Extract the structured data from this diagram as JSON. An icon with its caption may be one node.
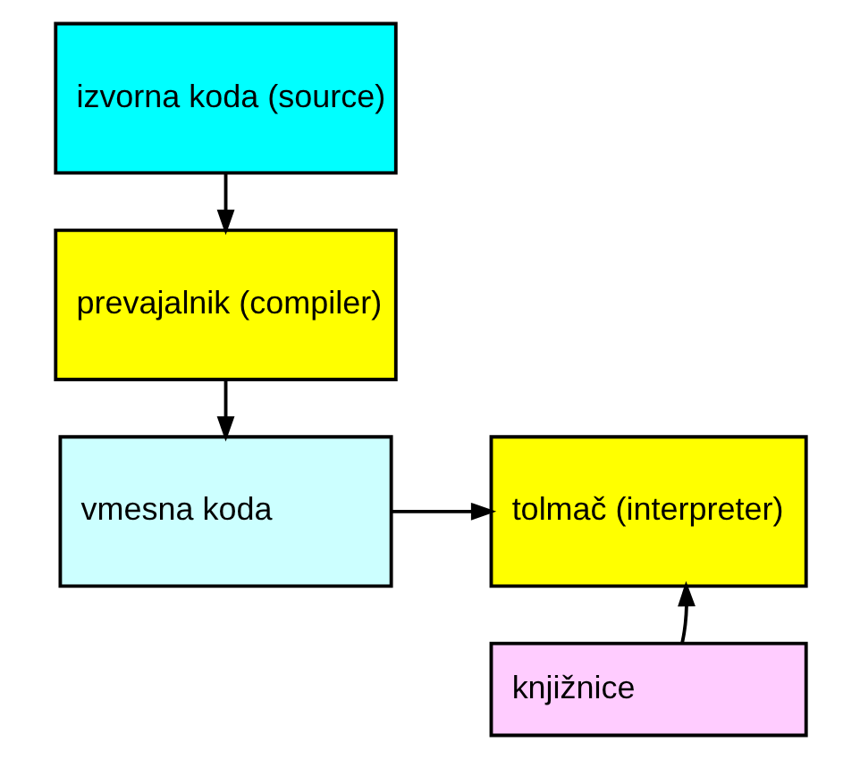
{
  "diagram": {
    "nodes": [
      {
        "text": [
          "izvorna koda (source)"
        ]
      },
      {
        "text": [
          "prevajalnik (compiler)"
        ]
      },
      {
        "text": [
          "vmesna koda"
        ]
      },
      {
        "text": [
          "tolmač (interpreter)"
        ]
      },
      {
        "text": [
          "knjižnice"
        ]
      }
    ],
    "edges": [
      {
        "from": 0,
        "to": 1,
        "arrow": "to"
      },
      {
        "from": 1,
        "to": 2,
        "arrow": "to"
      },
      {
        "from": 2,
        "to": 3,
        "arrow": "to"
      },
      {
        "from": 4,
        "to": 3,
        "arrow": "to"
      }
    ]
  }
}
